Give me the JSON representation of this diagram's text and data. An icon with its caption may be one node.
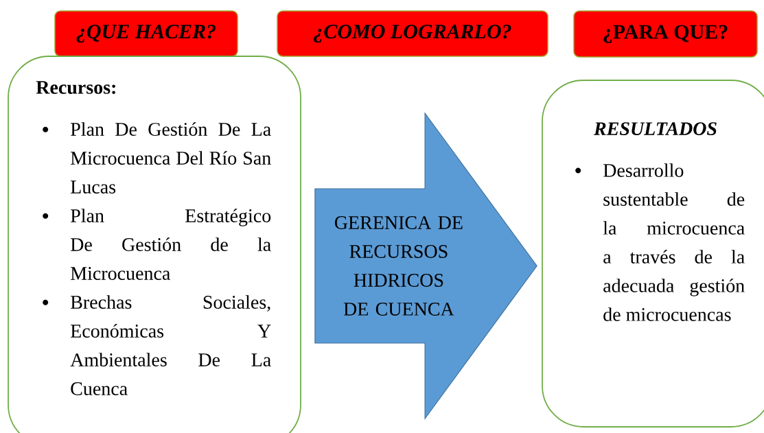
{
  "diagram": {
    "nodes": [
      {
        "text": [
          "¿QUE HACER?"
        ]
      },
      {
        "text": [
          "¿COMO LOGRARLO?"
        ]
      },
      {
        "text": [
          "¿**PARA QUE**?"
        ]
      },
      {
        "text": [
          "Recursos:",
          "Plan De Gestión De La Microcuenca Del Río San Lucas",
          "Plan Estratégico De Gestión de la Microcuenca",
          "Brechas Sociales, Económicas Y Ambientales De La Cuenca"
        ]
      },
      {
        "text": [
          "RESULTADOS",
          "Desarrollo sustentable de la microcuenca a través de la adecuada gestión de microcuencas"
        ]
      }
    ],
    "edges": [
      {
        "from": 3,
        "to": 4,
        "arrow": "to",
        "label": "GERENICA DE RECURSOS HIDRICOS DE CUENCA"
      }
    ]
  }
}
